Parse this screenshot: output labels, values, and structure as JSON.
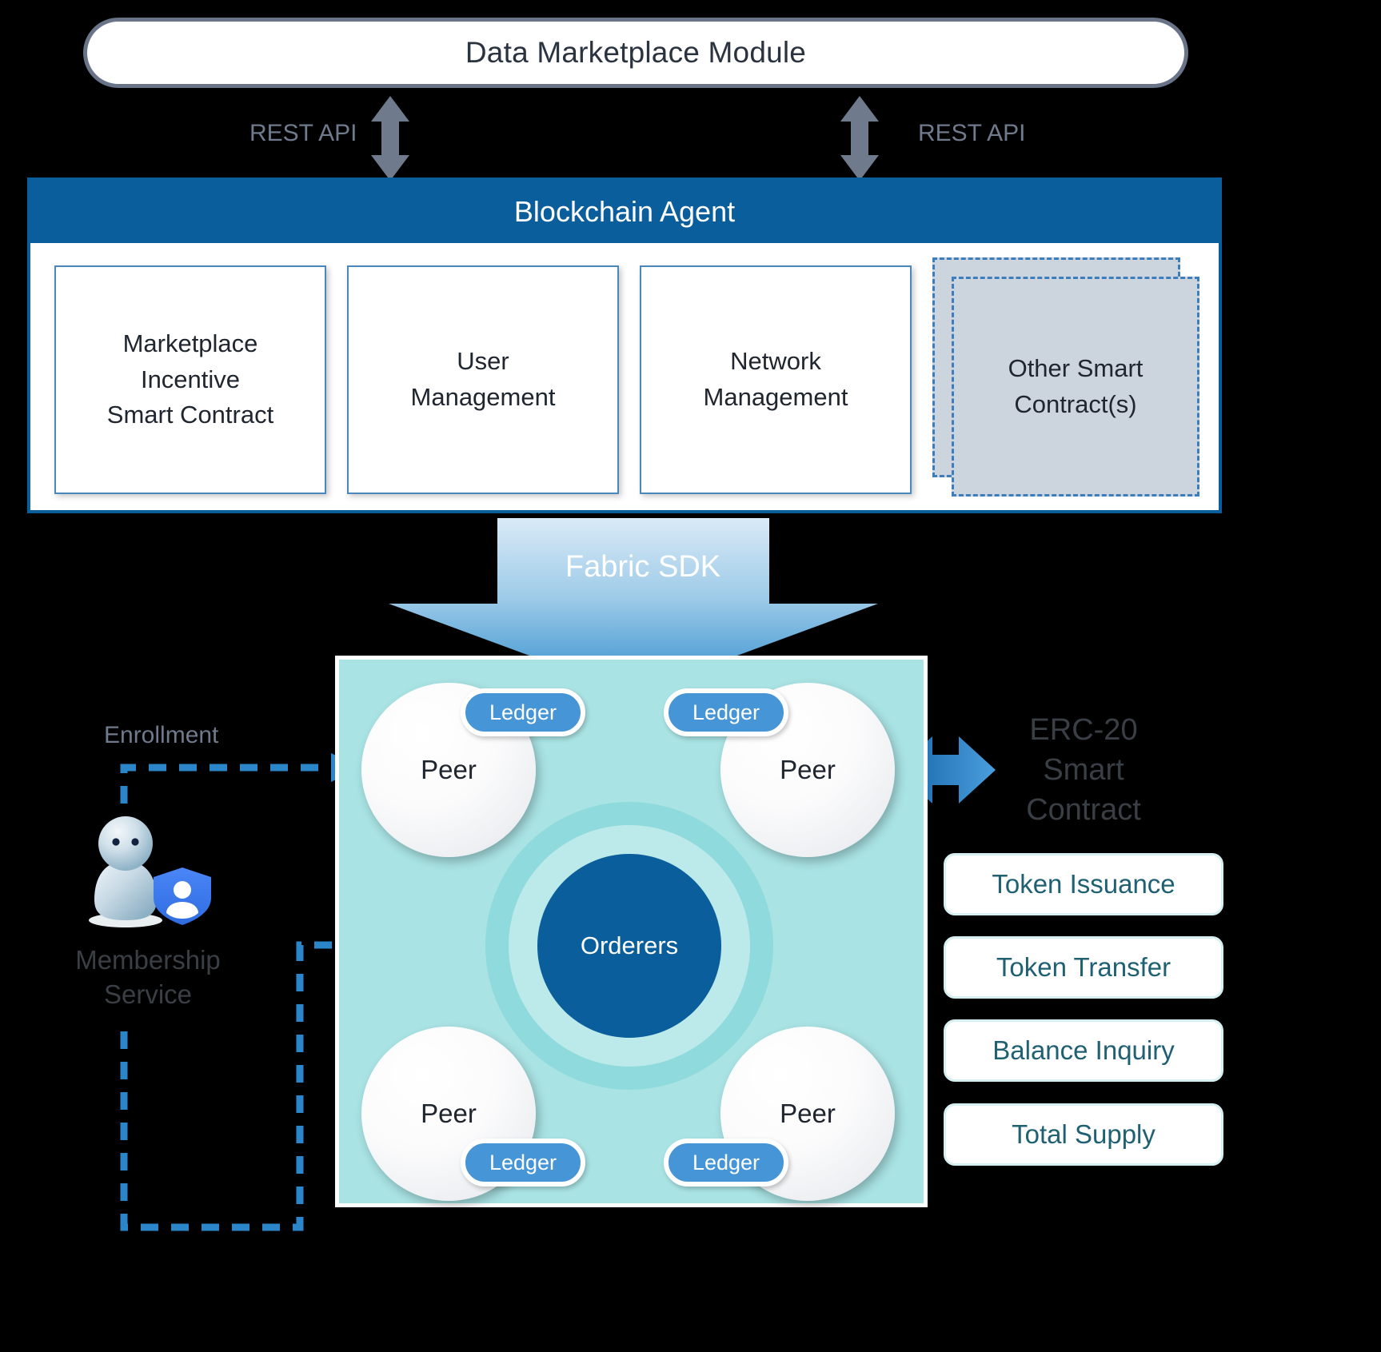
{
  "top_module": {
    "title": "Data Marketplace Module"
  },
  "connections": {
    "rest_api_left": "REST API",
    "rest_api_right": "REST API",
    "fabric_sdk": "Fabric SDK",
    "enrollment": "Enrollment"
  },
  "agent": {
    "title": "Blockchain Agent",
    "modules": [
      {
        "label": "Marketplace\nIncentive\nSmart Contract"
      },
      {
        "label": "User\nManagement"
      },
      {
        "label": "Network\nManagement"
      }
    ],
    "other_contract": {
      "label": "Other Smart\nContract(s)"
    }
  },
  "network": {
    "orderer": "Orderers",
    "peers": [
      {
        "id": "peer-tl",
        "label": "Peer"
      },
      {
        "id": "peer-tr",
        "label": "Peer"
      },
      {
        "id": "peer-bl",
        "label": "Peer"
      },
      {
        "id": "peer-br",
        "label": "Peer"
      }
    ],
    "ledgers": [
      {
        "id": "ledger-tl",
        "label": "Ledger"
      },
      {
        "id": "ledger-tr",
        "label": "Ledger"
      },
      {
        "id": "ledger-bl",
        "label": "Ledger"
      },
      {
        "id": "ledger-br",
        "label": "Ledger"
      }
    ]
  },
  "membership": {
    "label": "Membership\nService"
  },
  "erc20": {
    "title": "ERC-20\nSmart\nContract",
    "functions": [
      {
        "label": "Token Issuance"
      },
      {
        "label": "Token Transfer"
      },
      {
        "label": "Balance Inquiry"
      },
      {
        "label": "Total Supply"
      }
    ]
  },
  "colors": {
    "agent_blue": "#0a5e9c",
    "network_teal": "#a9e3e4",
    "ledger_blue": "#4695d6",
    "dashed_blue": "#2a86c8",
    "rest_gray": "#6f7a8c",
    "erc_text": "#1f6072",
    "module_border": "#4a87bb",
    "other_fill": "#ccd4de"
  }
}
